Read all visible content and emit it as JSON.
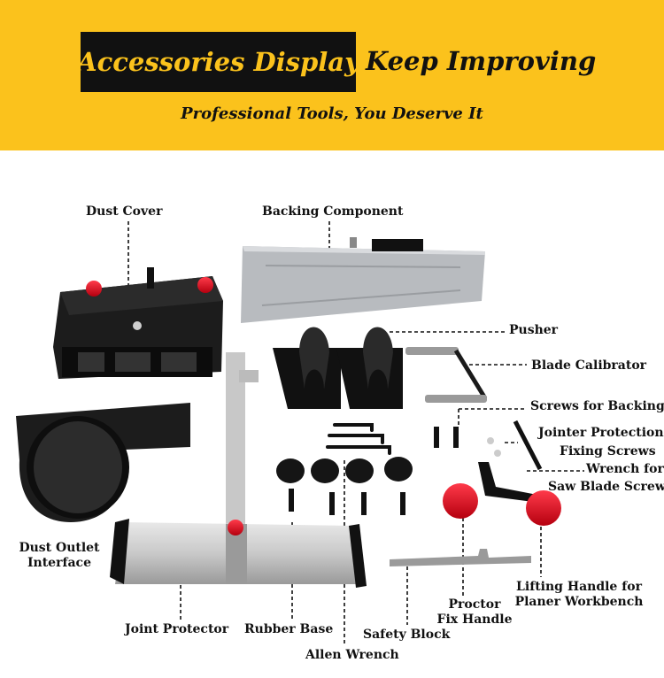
{
  "banner": {
    "title": "Accessories Display",
    "tagline": "Keep Improving",
    "subtitle": "Professional Tools, You Deserve It",
    "colors": {
      "yellow": "#fbc21c",
      "dark": "#111111"
    }
  },
  "labels": {
    "dust_cover": "Dust Cover",
    "backing_component": "Backing Component",
    "pusher": "Pusher",
    "blade_calibrator": "Blade Calibrator",
    "screws_for_backing": "Screws for Backing",
    "jointer_protection": "Jointer Protection",
    "fixing_screws": "Fixing Screws",
    "wrench_for": "Wrench for",
    "saw_blade_screw": "Saw Blade Screw",
    "dust_outlet_1": "Dust Outlet",
    "dust_outlet_2": "Interface",
    "proctor_1": "Proctor",
    "proctor_2": "Fix Handle",
    "lifting_1": "Lifting Handle for",
    "lifting_2": "Planer Workbench",
    "joint_protector": "Joint Protector",
    "rubber_base": "Rubber Base",
    "safety_block": "Safety Block",
    "allen_wrench": "Allen Wrench"
  }
}
